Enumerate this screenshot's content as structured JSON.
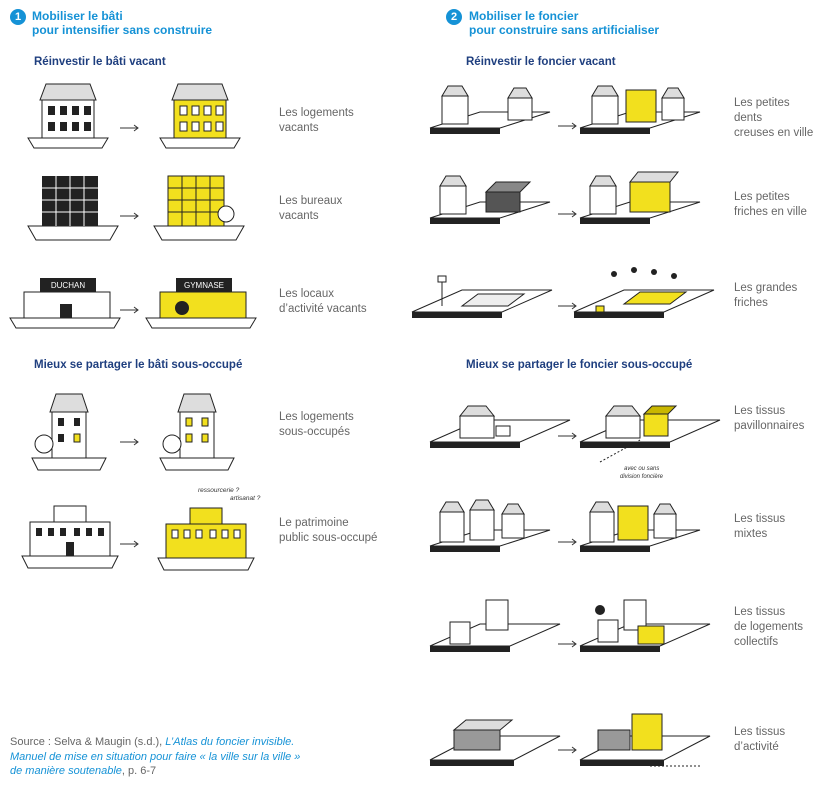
{
  "colors": {
    "accent": "#1592d6",
    "subheading": "#1f3f7f",
    "highlight": "#f2e01e"
  },
  "left": {
    "number": "1",
    "title_line1": "Mobiliser le bâti",
    "title_line2": "pour intensifier sans construire",
    "group1": {
      "heading": "Réinvestir le bâti vacant",
      "items": [
        {
          "label": [
            "Les logements",
            "vacants"
          ]
        },
        {
          "label": [
            "Les bureaux",
            "vacants"
          ]
        },
        {
          "label": [
            "Les locaux",
            "d’activité vacants"
          ],
          "sign_before": "DUCHAN",
          "sign_after": "GYMNASE"
        }
      ]
    },
    "group2": {
      "heading": "Mieux se partager le bâti sous-occupé",
      "items": [
        {
          "label": [
            "Les logements",
            "sous-occupés"
          ]
        },
        {
          "label": [
            "Le patrimoine",
            "public sous-occupé"
          ],
          "bubble1": "ressourcerie ?",
          "bubble2": "artisanat ?"
        }
      ]
    }
  },
  "right": {
    "number": "2",
    "title_line1": "Mobiliser le foncier",
    "title_line2": "pour construire sans artificialiser",
    "group1": {
      "heading": "Réinvestir le foncier vacant",
      "items": [
        {
          "label": [
            "Les petites dents",
            "creuses en ville"
          ]
        },
        {
          "label": [
            "Les petites",
            "friches en ville"
          ]
        },
        {
          "label": [
            "Les grandes",
            "friches"
          ]
        }
      ]
    },
    "group2": {
      "heading": "Mieux se partager le foncier sous-occupé",
      "items": [
        {
          "label": [
            "Les tissus",
            "pavillonnaires"
          ],
          "note1": "avec ou sans",
          "note2": "division foncière"
        },
        {
          "label": [
            "Les tissus",
            "mixtes"
          ]
        },
        {
          "label": [
            "Les tissus",
            "de logements",
            "collectifs"
          ]
        },
        {
          "label": [
            "Les tissus",
            "d’activité"
          ]
        }
      ]
    }
  },
  "source": {
    "prefix": "Source : Selva & Maugin (s.d.), ",
    "italic1": "L’Atlas du foncier invisible.",
    "italic2": "Manuel de mise en situation pour faire « la ville sur la ville »",
    "italic3": "de manière soutenable",
    "suffix": ", p. 6-7"
  }
}
